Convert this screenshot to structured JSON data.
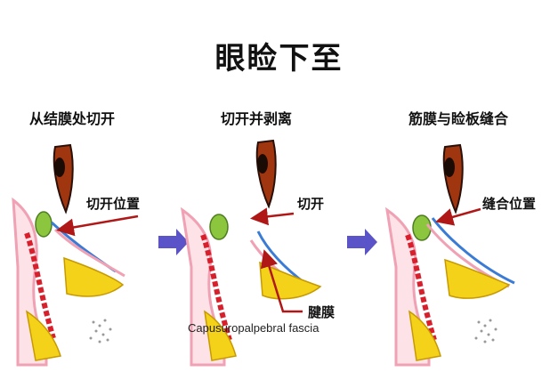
{
  "title": "眼睑下至",
  "steps": [
    {
      "title": "从结膜处切开",
      "label": "切开位置"
    },
    {
      "title": "切开并剥离",
      "label": "切开",
      "extra_label": "腱膜",
      "latin_label": "Capusuropalpebral fascia"
    },
    {
      "title": "筋膜与睑板缝合",
      "label": "缝合位置"
    }
  ],
  "colors": {
    "arrow_between": "#5b54c8",
    "pointer": "#b01818",
    "skin_line": "#f0a1b3",
    "muscle_red": "#d81f2b",
    "fat_yellow": "#f5d21a",
    "fascia_blue": "#3a7bd5",
    "tarsus_green": "#8cc63f",
    "eye_brown": "#a0360f"
  }
}
